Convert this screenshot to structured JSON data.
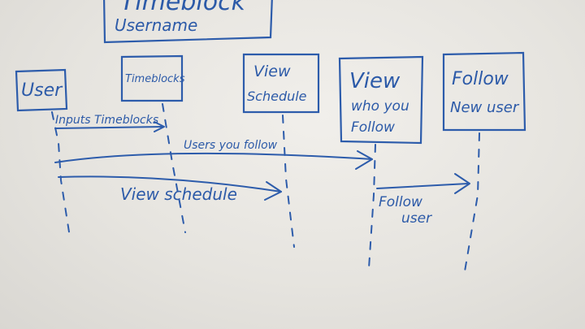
{
  "header": {
    "title": "Timeblock",
    "subtitle": "Username"
  },
  "lifelines": [
    {
      "id": "user",
      "label": "User"
    },
    {
      "id": "timeblocks",
      "label": "Timeblocks"
    },
    {
      "id": "view-schedule",
      "label_lines": [
        "View",
        "Schedule"
      ]
    },
    {
      "id": "view-who-you-follow",
      "label_lines": [
        "View",
        "who you",
        "Follow"
      ]
    },
    {
      "id": "follow-new-user",
      "label_lines": [
        "Follow",
        "New user"
      ]
    }
  ],
  "messages": [
    {
      "from": "user",
      "to": "timeblocks",
      "label": "Inputs Timeblocks"
    },
    {
      "from": "user",
      "to": "view-who-you-follow",
      "label": "Users you follow"
    },
    {
      "from": "user",
      "to": "view-schedule",
      "label": "View schedule"
    },
    {
      "from": "view-who-you-follow",
      "to": "follow-new-user",
      "label_lines": [
        "Follow",
        "user"
      ]
    }
  ],
  "colors": {
    "ink": "#2d5cab",
    "board": "#e9e7e3"
  }
}
